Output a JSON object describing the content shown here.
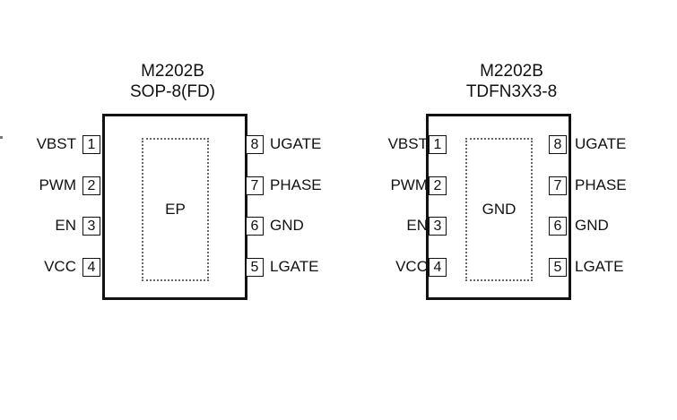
{
  "packages": [
    {
      "part": "M2202B",
      "package": "SOP-8(FD)",
      "pad_label": "EP",
      "left_pins": [
        {
          "num": "1",
          "name": "VBST"
        },
        {
          "num": "2",
          "name": "PWM"
        },
        {
          "num": "3",
          "name": "EN"
        },
        {
          "num": "4",
          "name": "VCC"
        }
      ],
      "right_pins": [
        {
          "num": "8",
          "name": "UGATE"
        },
        {
          "num": "7",
          "name": "PHASE"
        },
        {
          "num": "6",
          "name": "GND"
        },
        {
          "num": "5",
          "name": "LGATE"
        }
      ]
    },
    {
      "part": "M2202B",
      "package": "TDFN3X3-8",
      "pad_label": "GND",
      "left_pins": [
        {
          "num": "1",
          "name": "VBST"
        },
        {
          "num": "2",
          "name": "PWM"
        },
        {
          "num": "3",
          "name": "EN"
        },
        {
          "num": "4",
          "name": "VCC"
        }
      ],
      "right_pins": [
        {
          "num": "8",
          "name": "UGATE"
        },
        {
          "num": "7",
          "name": "PHASE"
        },
        {
          "num": "6",
          "name": "GND"
        },
        {
          "num": "5",
          "name": "LGATE"
        }
      ]
    }
  ]
}
